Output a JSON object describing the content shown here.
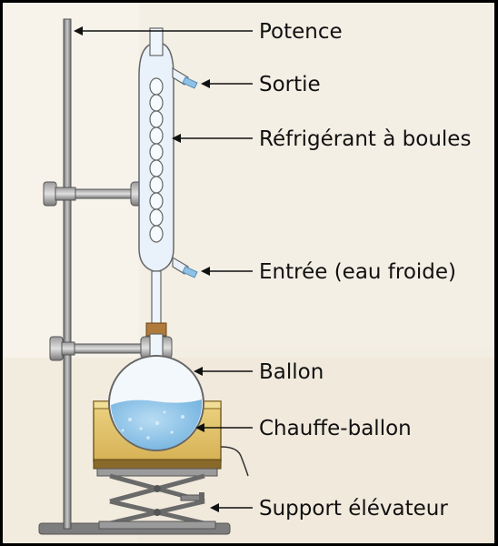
{
  "labels": {
    "potence": "Potence",
    "sortie": "Sortie",
    "refrigerant": "Réfrigérant à boules",
    "entree": "Entrée (eau froide)",
    "ballon": "Ballon",
    "chauffe_ballon": "Chauffe-ballon",
    "support": "Support élévateur"
  },
  "colors": {
    "water": "#8ec2e6",
    "glass": "#eef5fb",
    "metal": "#8a8a8a",
    "heater": "#e3c56a",
    "background": "#f7f3ea"
  }
}
